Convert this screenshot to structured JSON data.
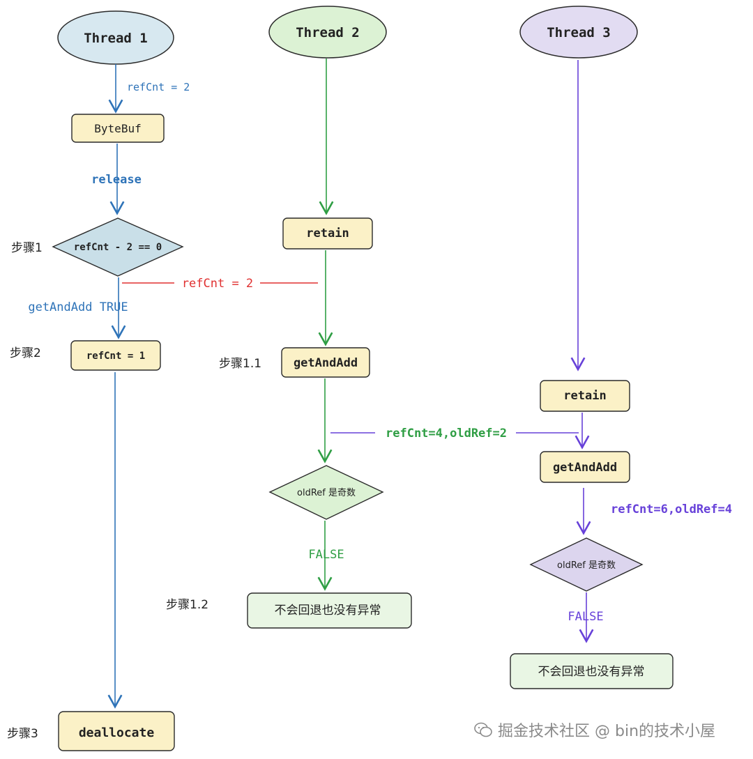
{
  "threads": [
    {
      "id": "t1",
      "label": "Thread 1"
    },
    {
      "id": "t2",
      "label": "Thread 2"
    },
    {
      "id": "t3",
      "label": "Thread 3"
    }
  ],
  "t1": {
    "edge_refcnt": "refCnt = 2",
    "bytebuf": "ByteBuf",
    "edge_release": "release",
    "decision": "refCnt - 2 == 0",
    "edge_true": "getAndAdd  TRUE",
    "refcnt1": "refCnt = 1",
    "dealloc": "deallocate"
  },
  "cross_t1_t2": "refCnt = 2",
  "t2": {
    "retain": "retain",
    "getandadd": "getAndAdd",
    "edge_values": "refCnt=4,oldRef=2",
    "decision": "oldRef 是奇数",
    "edge_false": "FALSE",
    "result": "不会回退也没有异常"
  },
  "t3": {
    "retain": "retain",
    "getandadd": "getAndAdd",
    "edge_values": "refCnt=6,oldRef=4",
    "decision": "oldRef 是奇数",
    "edge_false": "FALSE",
    "result": "不会回退也没有异常"
  },
  "steps": {
    "s1": "步骤1",
    "s2": "步骤2",
    "s3": "步骤3",
    "s11": "步骤1.1",
    "s12": "步骤1.2"
  },
  "watermark": "掘金技术社区 @ bin的技术小屋",
  "colors": {
    "blue": "#2e73b8",
    "green": "#2f9e44",
    "purple": "#6741d9",
    "red": "#e03131",
    "ellipse_blue": "#d7e8f0",
    "ellipse_green": "#dcf2d4",
    "ellipse_purple": "#e2dcf2",
    "box_yellow": "#fbf1c7",
    "box_green": "#e9f6e4"
  }
}
